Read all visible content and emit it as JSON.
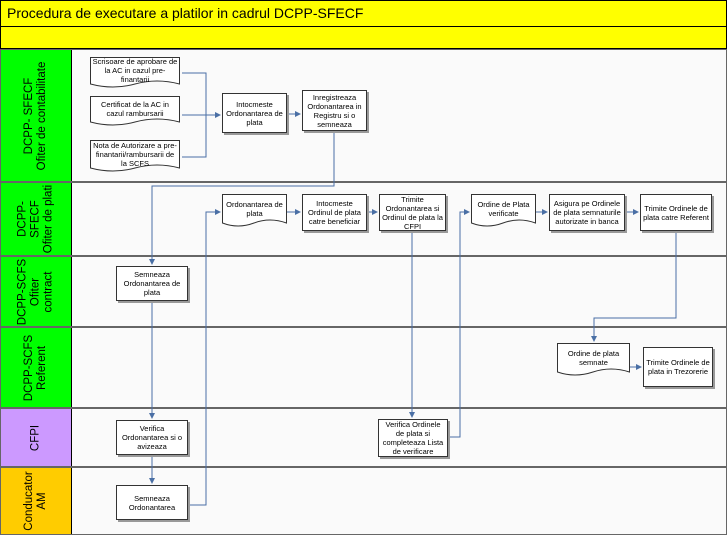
{
  "title": "Procedura de executare a platilor in cadrul DCPP-SFECF",
  "colors": {
    "header": "#ffff00",
    "lane_dcpp_sfecf": "#00ff00",
    "lane_cfpi": "#cc99ff",
    "lane_conducator": "#ffcc00",
    "shape_border": "#333333",
    "connector": "#4a6fa5"
  },
  "lanes": {
    "contabilitate": [
      "DCPP- SFECF",
      "Ofiter de contabilitate"
    ],
    "plati": [
      "DCPP-",
      "SFECF",
      "Ofiter de plati"
    ],
    "contract": [
      "DCPP-SCFS",
      "Ofiter",
      "contract"
    ],
    "referent": [
      "DCPP-SCFS",
      "Referent"
    ],
    "cfpi": [
      "CFPI"
    ],
    "conducator": [
      "Conducator",
      "AM"
    ]
  },
  "nodes": {
    "doc_scrisoare": "Scrisoare de aprobare de la AC in cazul pre-finantarii",
    "doc_certificat": "Certificat de la AC in cazul rambursarii",
    "doc_nota": "Nota de Autorizare a pre-finantarii/rambursarii de la SCFS",
    "intocmeste_ordonantarea": "Intocmeste Ordonantarea de plata",
    "inregistreaza": "Inregistreaza Ordonantarea in Registru si o semneaza",
    "doc_ordonantarea": "Ordonantarea de plata",
    "intocmeste_ordinul": "Intocmeste Ordinul de plata catre beneficiar",
    "trimite_cfpi": "Trimite Ordonantarea si Ordinul de plata la CFPI",
    "doc_ordine_verificate": "Ordine de Plata verificate",
    "asigura_semnaturi": "Asigura pe Ordinele de plata semnaturile autorizate in banca",
    "trimite_referent": "Trimite Ordinele de plata catre Referent",
    "semneaza_contract": "Semneaza Ordonantarea de plata",
    "doc_ordine_semnate": "Ordine de plata semnate",
    "trimite_trezorerie": "Trimite Ordinele de plata in Trezorerie",
    "verifica_cfpi": "Verifica Ordonantarea si o avizeaza",
    "verifica_ordinele": "Verifica Ordinele de plata si completeaza Lista de verificare",
    "semneaza_am": "Semneaza Ordonantarea"
  }
}
